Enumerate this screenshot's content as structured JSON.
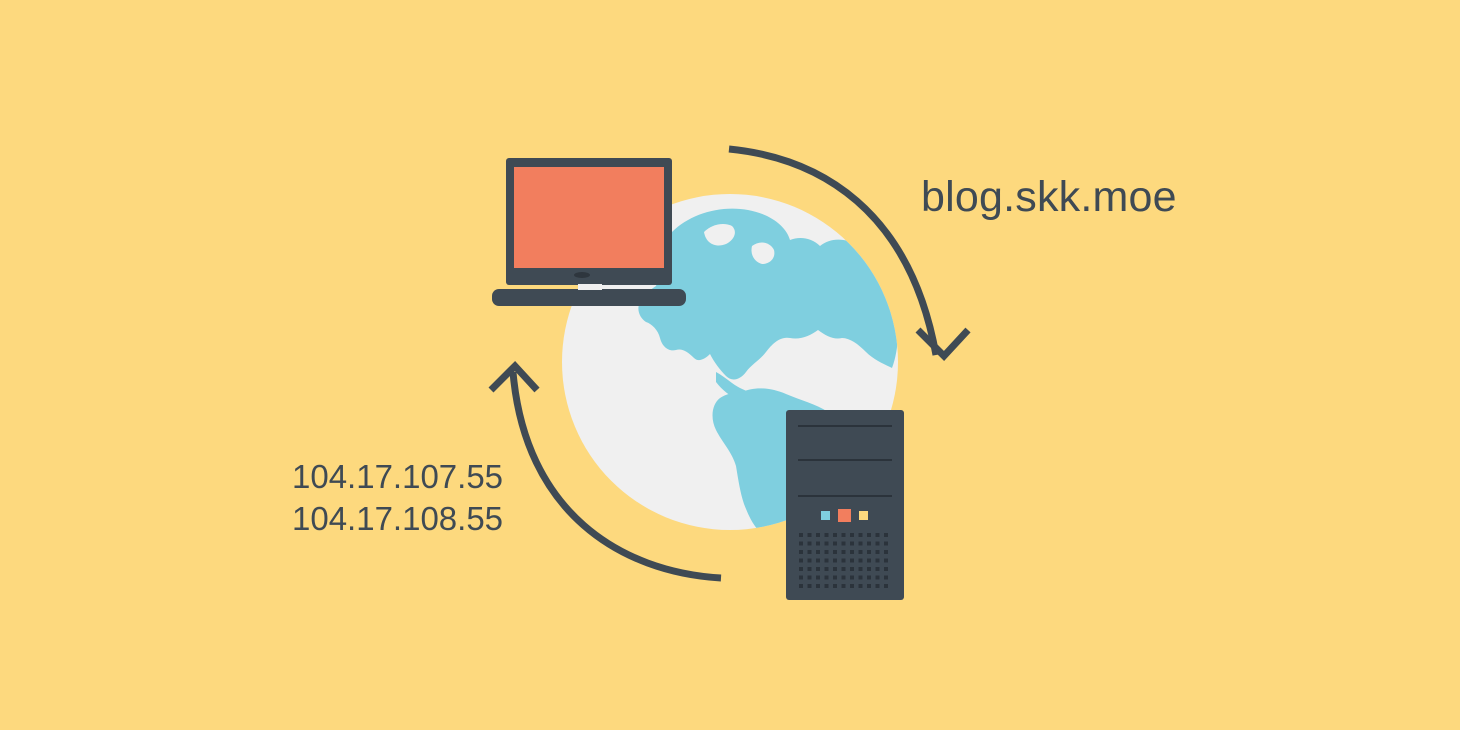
{
  "domain": "blog.skk.moe",
  "ip_addresses": [
    "104.17.107.55",
    "104.17.108.55"
  ],
  "colors": {
    "background": "#fdd97e",
    "ink": "#3f4a54",
    "globe_land": "#7fcfdf",
    "globe_ocean": "#f0f0f0",
    "laptop_screen": "#f27e5e",
    "device_body": "#3f4a54",
    "led_blue": "#7fcfdf",
    "led_orange": "#f27e5e",
    "led_yellow": "#fdd97e"
  },
  "icons": [
    "globe-icon",
    "laptop-icon",
    "server-icon",
    "request-arrow-icon",
    "response-arrow-icon"
  ]
}
